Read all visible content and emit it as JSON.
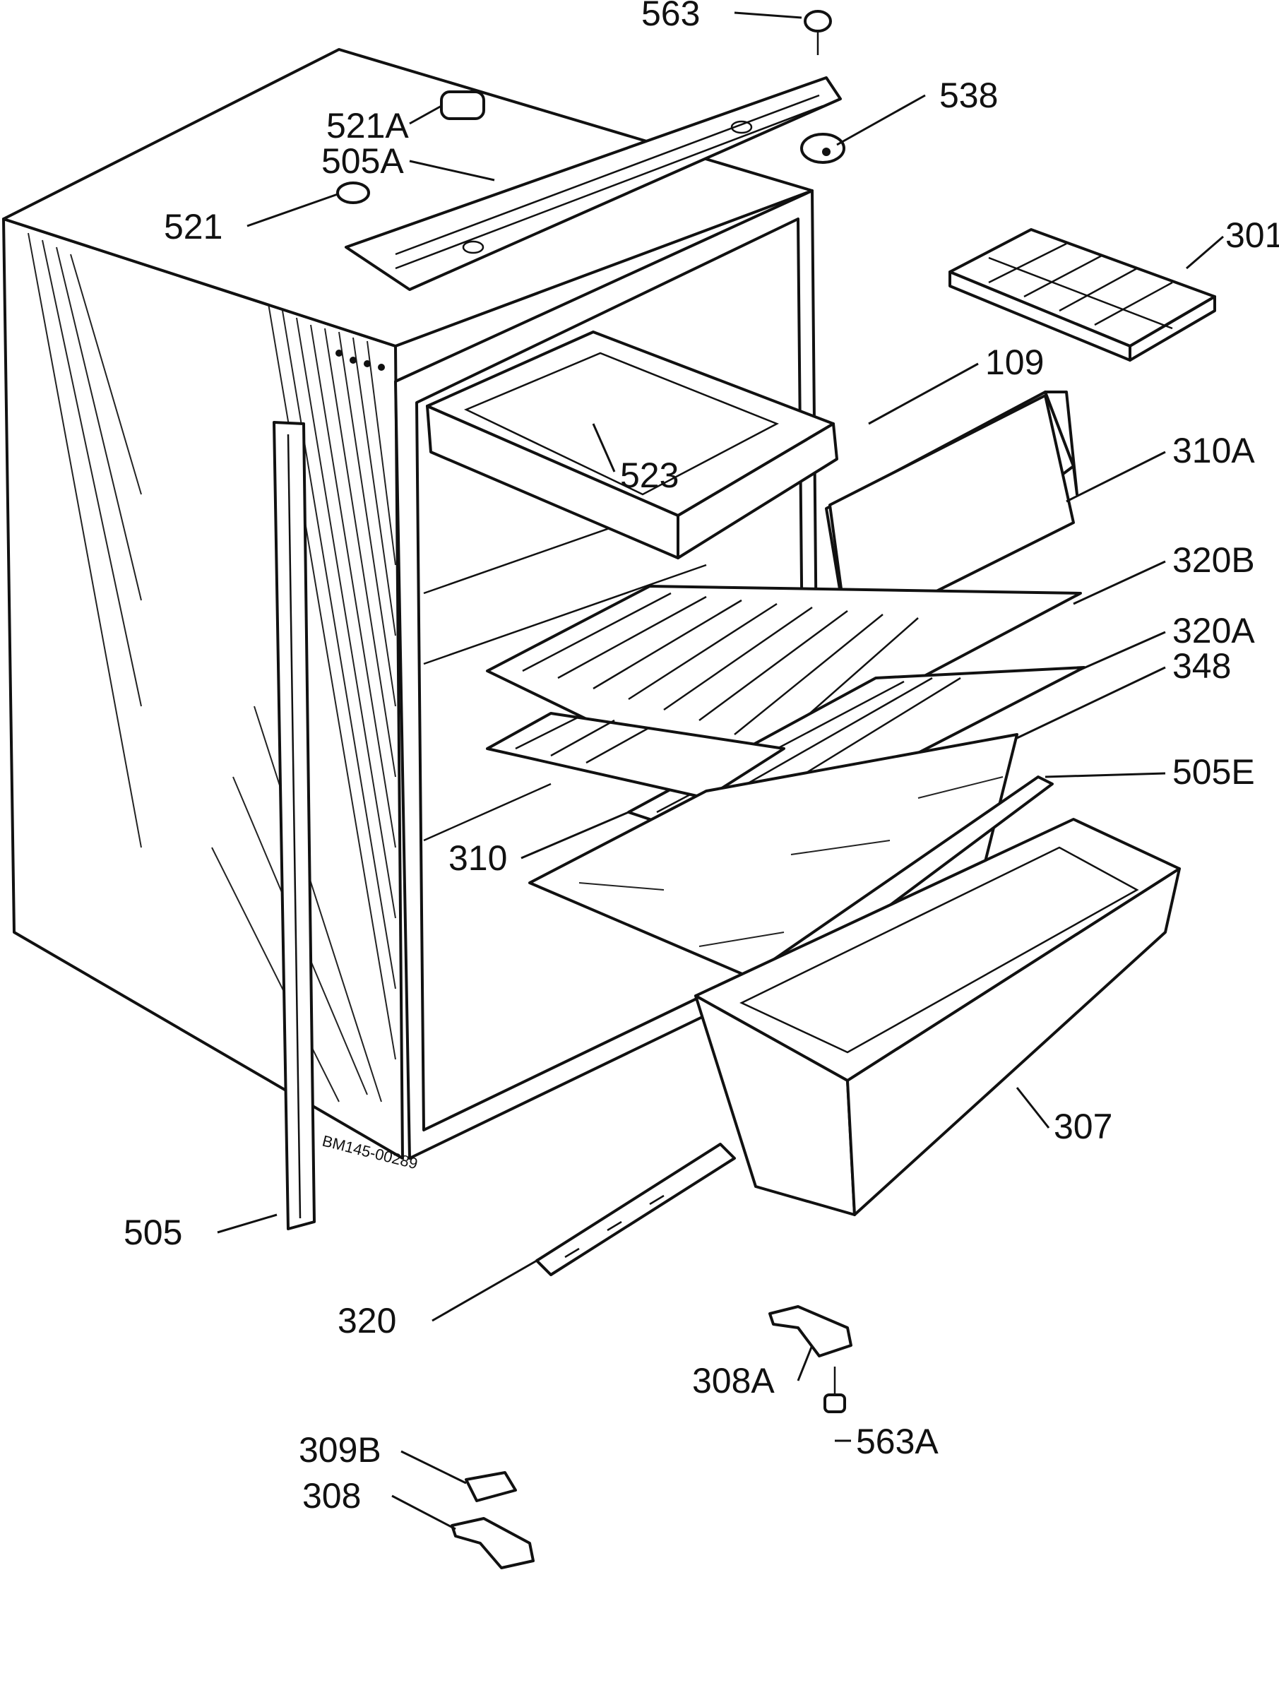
{
  "drawing_code": "BM145-00289",
  "callouts": {
    "c563": "563",
    "c538": "538",
    "c521a": "521A",
    "c505a": "505A",
    "c521": "521",
    "c301": "301",
    "c109": "109",
    "c523": "523",
    "c310a": "310A",
    "c320b": "320B",
    "c320a": "320A",
    "c348": "348",
    "c505e": "505E",
    "c310": "310",
    "c307": "307",
    "c505": "505",
    "c320": "320",
    "c308a": "308A",
    "c563a": "563A",
    "c309b": "309B",
    "c308": "308"
  }
}
